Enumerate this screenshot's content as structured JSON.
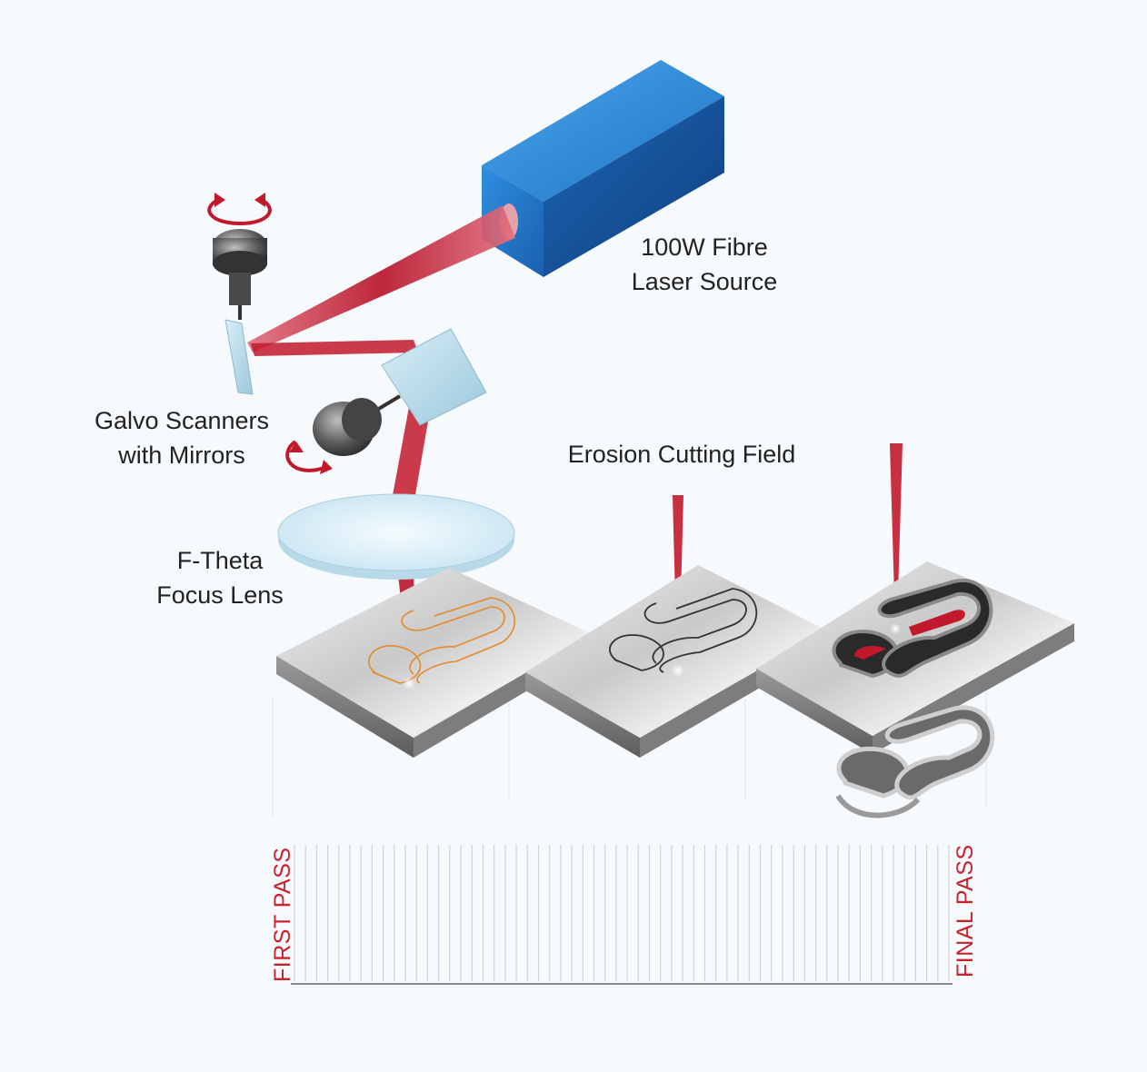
{
  "labels": {
    "laser_source": {
      "line1": "100W Fibre",
      "line2": "Laser Source"
    },
    "galvo": {
      "line1": "Galvo Scanners",
      "line2": "with Mirrors"
    },
    "lens": {
      "line1": "F-Theta",
      "line2": "Focus Lens"
    },
    "field": "Erosion Cutting Field"
  },
  "passes": {
    "first": "FIRST PASS",
    "final": "FINAL PASS",
    "count": 60
  },
  "colors": {
    "laser_box": "#1f73c4",
    "laser_beam": "#c2182b",
    "pass_label": "#c8232c",
    "text": "#222222"
  },
  "icons": [
    "laser-source-icon",
    "galvo-motor-icon",
    "mirror-icon",
    "rotation-arrow-icon",
    "lens-icon",
    "metal-plate-icon",
    "es-logo-icon"
  ]
}
